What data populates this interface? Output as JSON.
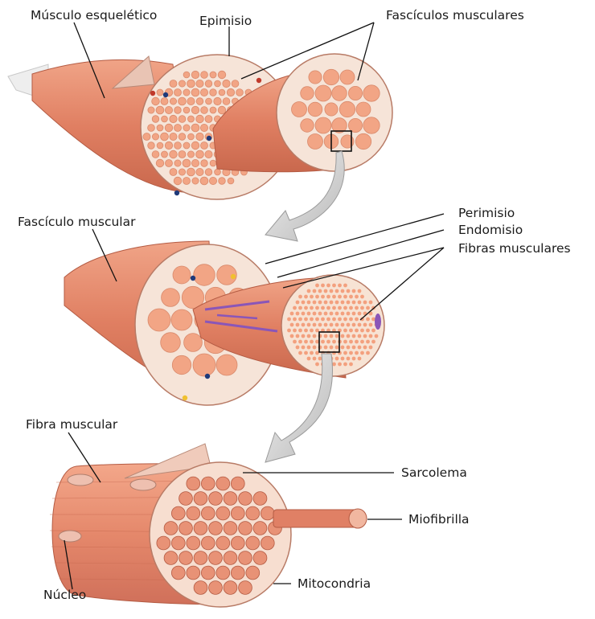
{
  "labels": {
    "skeletal_muscle": "Músculo esquelético",
    "epimysium": "Epimisio",
    "muscle_fascicles": "Fascículos musculares",
    "muscle_fascicle": "Fascículo muscular",
    "perimysium": "Perimisio",
    "endomysium": "Endomisio",
    "muscle_fibers": "Fibras musculares",
    "muscle_fiber": "Fibra muscular",
    "sarcolemma": "Sarcolema",
    "myofibril": "Miofibrilla",
    "mitochondria": "Mitocondria",
    "nucleus": "Núcleo"
  },
  "colors": {
    "muscle": "#e4866a",
    "muscle_dark": "#c9694f",
    "fiber": "#f2a585",
    "connective": "#f4e3d6",
    "arrow": "#c9c9c9",
    "vessel_red": "#c0392b",
    "vessel_blue": "#1f3a7a",
    "fat_yellow": "#f0c030",
    "nerve_purple": "#8a56b8"
  }
}
